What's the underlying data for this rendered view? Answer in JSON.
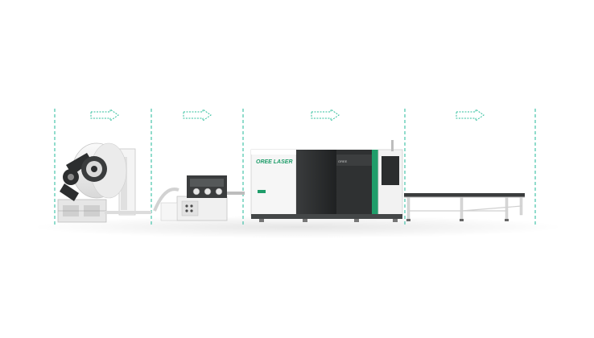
{
  "machine": {
    "brand_label": "OREE LASER",
    "brand_sub": "",
    "panel_label": "OREE"
  },
  "colors": {
    "background": "#ffffff",
    "divider": "#20b89a",
    "arrow": "#2fbf9c",
    "machine_dark": "#2b2d2e",
    "machine_light": "#f2f2f2",
    "accent_green": "#1f9d6a"
  },
  "sections": [
    {
      "name": "decoiler",
      "arrow_icon": "right-arrow-icon"
    },
    {
      "name": "leveler",
      "arrow_icon": "right-arrow-icon"
    },
    {
      "name": "laser-cutter",
      "arrow_icon": "right-arrow-icon"
    },
    {
      "name": "unloading-table",
      "arrow_icon": "right-arrow-icon"
    }
  ]
}
